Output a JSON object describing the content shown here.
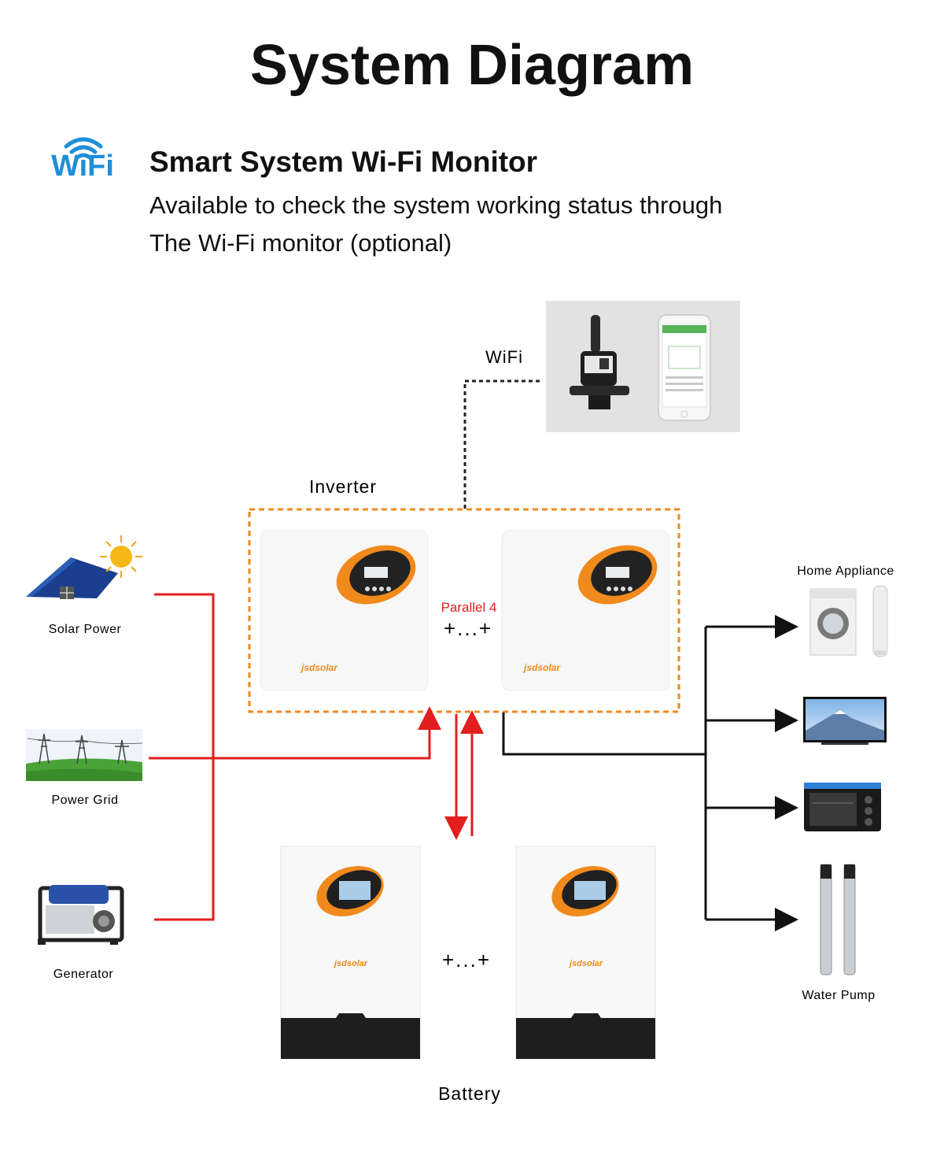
{
  "title": "System Diagram",
  "wifi_badge": "WiFi",
  "wifi_section": {
    "heading": "Smart System Wi-Fi Monitor",
    "line1": "Available to check the system working status through",
    "line2": "The Wi-Fi monitor (optional)"
  },
  "labels": {
    "wifi": "WiFi",
    "inverter": "Inverter",
    "parallel": "Parallel 4",
    "plus_between_inverters": "+...+",
    "plus_between_batteries": "+...+",
    "battery": "Battery",
    "solar": "Solar Power",
    "grid": "Power Grid",
    "generator": "Generator",
    "home_appliance": "Home Appliance",
    "water_pump": "Water Pump",
    "brand": "jsdsolar"
  },
  "colors": {
    "red_line": "#e21e1e",
    "black_line": "#111111",
    "orange_border": "#f08a1c",
    "wifi_blue": "#1e8fd9"
  }
}
